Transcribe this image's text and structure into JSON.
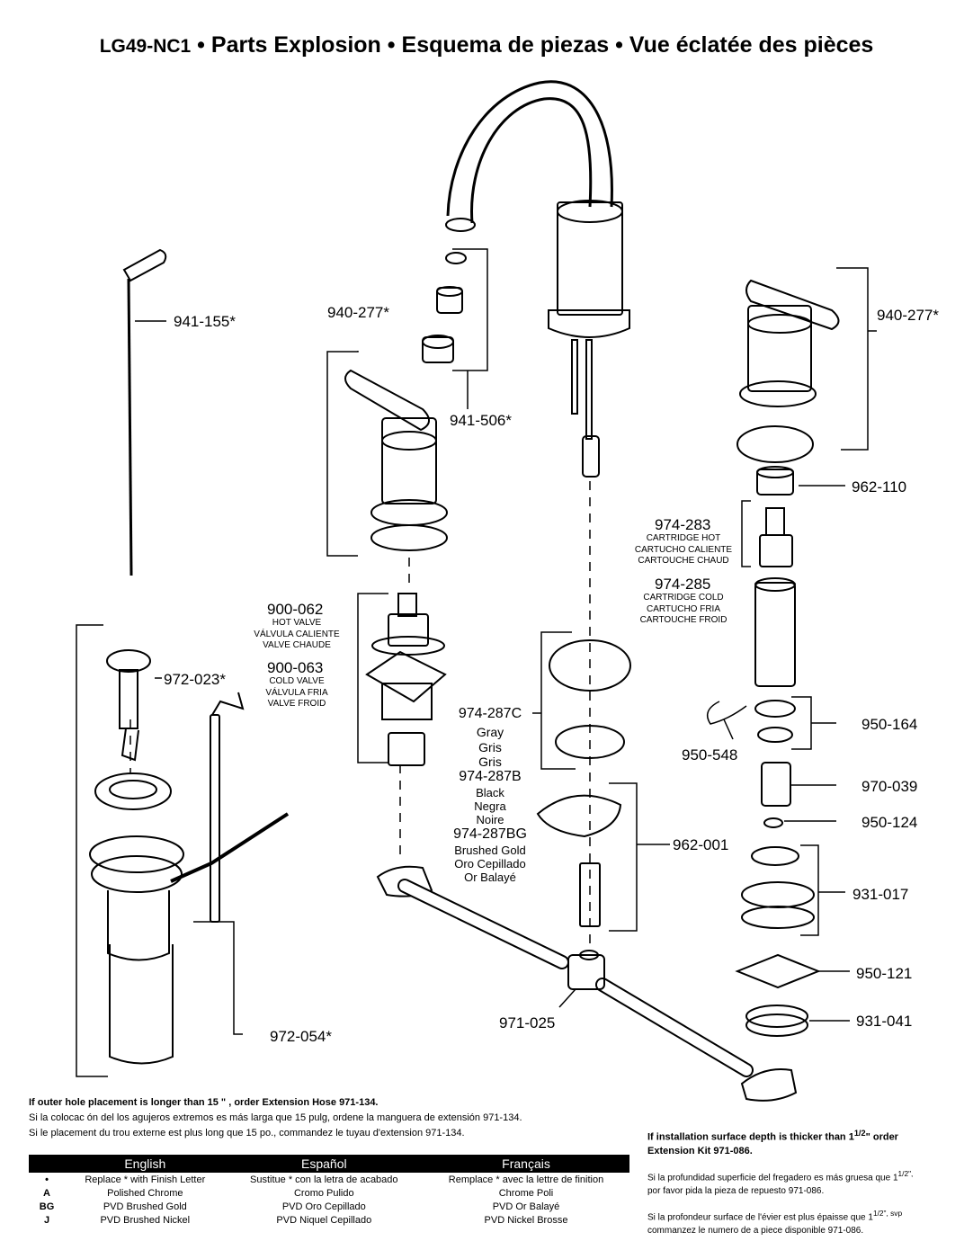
{
  "title": {
    "model": "LG49-NC1",
    "en": "Parts Explosion",
    "es": "Esquema de piezas",
    "fr": "Vue éclatée des pièces",
    "sep": "•"
  },
  "labels": {
    "p941_155": "941-155*",
    "p940_277_left": "940-277*",
    "p940_277_right": "940-277*",
    "p941_506": "941-506*",
    "p962_110": "962-110",
    "p974_283": "974-283",
    "p974_283_desc": [
      "CARTRIDGE HOT",
      "CARTUCHO CALIENTE",
      "CARTOUCHE CHAUD"
    ],
    "p974_285": "974-285",
    "p974_285_desc": [
      "CARTRIDGE COLD",
      "CARTUCHO FRIA",
      "CARTOUCHE FROID"
    ],
    "p900_062": "900-062",
    "p900_062_desc": [
      "HOT VALVE",
      "VÁLVULA CALIENTE",
      "VALVE CHAUDE"
    ],
    "p900_063": "900-063",
    "p900_063_desc": [
      "COLD VALVE",
      "VÁLVULA FRIA",
      "VALVE FROID"
    ],
    "p972_023": "972-023*",
    "p974_287C": "974-287C",
    "p974_287C_desc": [
      "Gray",
      "Gris",
      "Gris"
    ],
    "p974_287B": "974-287B",
    "p974_287B_desc": [
      "Black",
      "Negra",
      "Noire"
    ],
    "p974_287BG": "974-287BG",
    "p974_287BG_desc": [
      "Brushed Gold",
      "Oro Cepillado",
      "Or Balayé"
    ],
    "p950_164": "950-164",
    "p950_548": "950-548",
    "p970_039": "970-039",
    "p950_124": "950-124",
    "p962_001": "962-001",
    "p931_017": "931-017",
    "p950_121": "950-121",
    "p931_041": "931-041",
    "p971_025": "971-025",
    "p972_054": "972-054*"
  },
  "notes": {
    "hose_en": "If outer hole placement is longer than 15 \" , order Extension Hose  971-134.",
    "hose_es": "Si la colocac ón del los agujeros extremos es más larga que 15 pulg, ordene la manguera de extensión 971-134.",
    "hose_fr": "Si le placement du trou externe est plus long que 15 po., commandez le tuyau d'extension 971-134.",
    "ext_en_1": "If installation surface depth is thicker than 1",
    "ext_en_frac": "1/2",
    "ext_en_2": "\" order",
    "ext_en_3": "Extension Kit 971-086.",
    "ext_es_1": "Si la profundidad superficie del fregadero es más gruesa que 1",
    "ext_es_frac": "1/2\",",
    "ext_es_2": "por favor pida la pieza de repuesto 971-086.",
    "ext_fr_1": "Si la profondeur surface de l'évier est plus épaisse que 1",
    "ext_fr_frac": "1/2\", svp",
    "ext_fr_2": "commanzez le numero de a piece disponible 971-086."
  },
  "legend": {
    "headers": [
      "English",
      "Español",
      "Français"
    ],
    "rows": [
      {
        "code": "•",
        "en": "Replace * with Finish Letter",
        "es": "Sustitue * con la letra de acabado",
        "fr": "Remplace * avec la lettre de finition"
      },
      {
        "code": "A",
        "en": "Polished Chrome",
        "es": "Cromo Pulido",
        "fr": "Chrome Poli"
      },
      {
        "code": "BG",
        "en": "PVD Brushed Gold",
        "es": "PVD Oro Cepillado",
        "fr": "PVD Or Balayé"
      },
      {
        "code": "J",
        "en": "PVD Brushed Nickel",
        "es": "PVD Niquel Cepillado",
        "fr": "PVD Nickel Brosse"
      }
    ]
  }
}
